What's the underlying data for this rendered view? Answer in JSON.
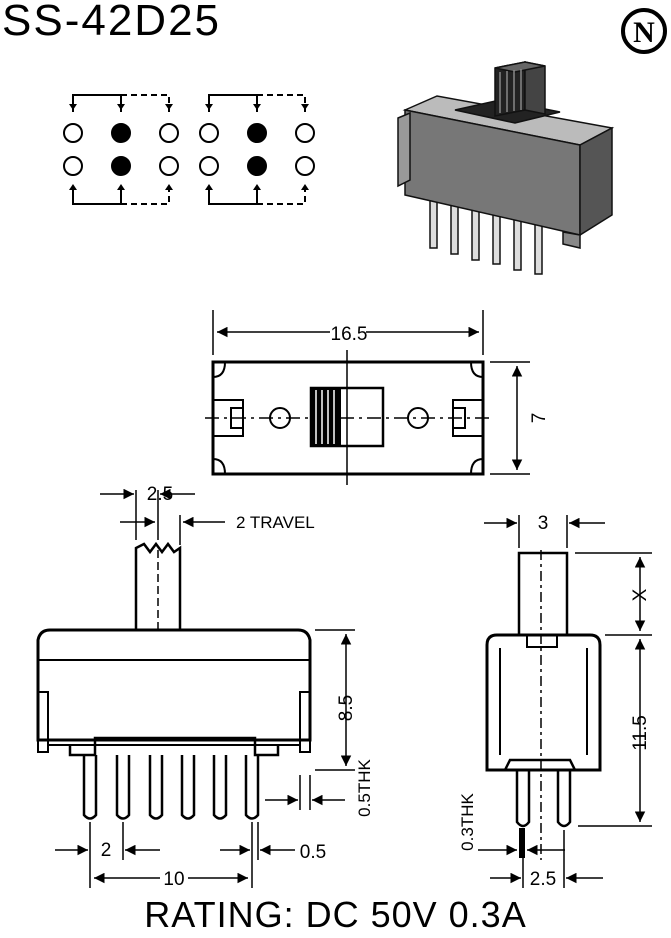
{
  "title": "SS-42D25",
  "rating": "RATING: DC 50V 0.3A",
  "logo_letter": "N",
  "dimensions": {
    "length": "16.5",
    "width": "7",
    "pitch": "2.5",
    "travel": "2 TRAVEL",
    "body_height": "8.5",
    "frame_thickness": "0.5THK",
    "pin_pitch": "2",
    "pin_width": "0.5",
    "pin_span": "10",
    "side_width": "3",
    "actuator_height": "X",
    "side_height": "11.5",
    "pin_thickness": "0.3THK",
    "side_pin_pitch": "2.5"
  }
}
